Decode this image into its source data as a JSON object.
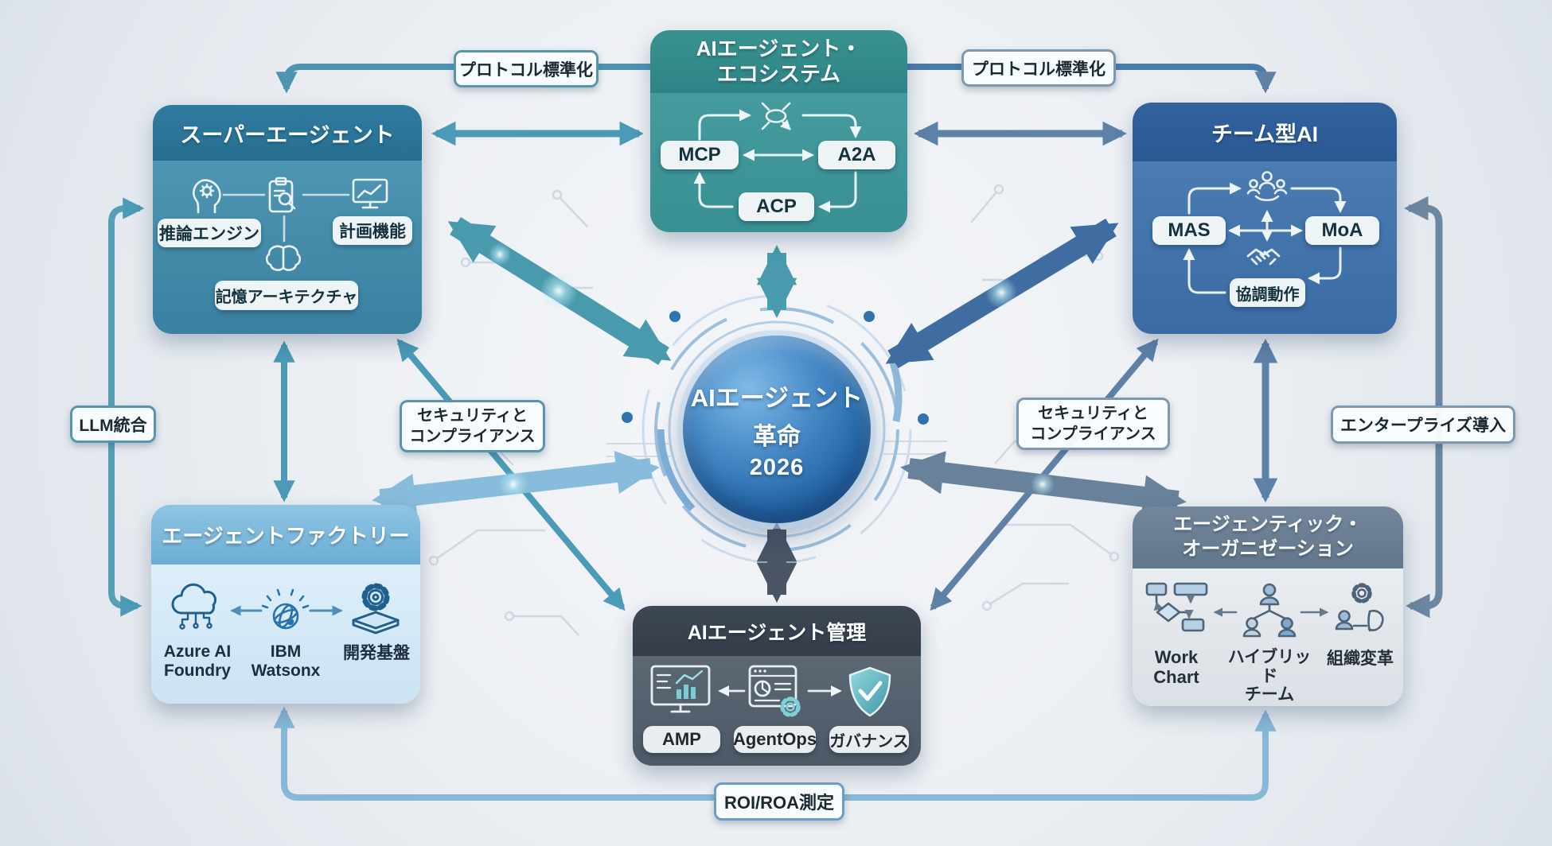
{
  "center": {
    "line1": "AIエージェント",
    "line2": "革命",
    "line3": "2026"
  },
  "boxes": {
    "super_agent": {
      "title": "スーパーエージェント",
      "pill_reasoning": "推論エンジン",
      "pill_planning": "計画機能",
      "pill_memory": "記憶アーキテクチャ"
    },
    "ecosystem": {
      "title_line1": "AIエージェント・",
      "title_line2": "エコシステム",
      "pill_mcp": "MCP",
      "pill_a2a": "A2A",
      "pill_acp": "ACP"
    },
    "team_ai": {
      "title": "チーム型AI",
      "pill_mas": "MAS",
      "pill_moa": "MoA",
      "pill_coordination": "協調動作"
    },
    "factory": {
      "title": "エージェントファクトリー",
      "item1_line1": "Azure AI",
      "item1_line2": "Foundry",
      "item2_line1": "IBM",
      "item2_line2": "Watsonx",
      "item3": "開発基盤"
    },
    "management": {
      "title": "AIエージェント管理",
      "pill_amp": "AMP",
      "pill_agentops": "AgentOps",
      "pill_governance": "ガバナンス"
    },
    "organization": {
      "title_line1": "エージェンティック・",
      "title_line2": "オーガニゼーション",
      "item1_line1": "Work",
      "item1_line2": "Chart",
      "item2_line1": "ハイブリッド",
      "item2_line2": "チーム",
      "item3": "組織変革"
    }
  },
  "connector_labels": {
    "protocol_left": "プロトコル標準化",
    "protocol_right": "プロトコル標準化",
    "llm_integration": "LLM統合",
    "security_left_line1": "セキュリティと",
    "security_left_line2": "コンプライアンス",
    "security_right_line1": "セキュリティと",
    "security_right_line2": "コンプライアンス",
    "enterprise": "エンタープライズ導入",
    "roi": "ROI/ROA測定"
  },
  "colors": {
    "background": "#edf0f4",
    "super_agent_header": "#2f7ba0",
    "super_agent_body": "#4690b0",
    "ecosystem_header": "#39928f",
    "ecosystem_body": "#459b9d",
    "team_ai_header": "#32639f",
    "team_ai_body": "#4577ad",
    "factory_header": "#83bede",
    "factory_body": "#d8ebf7",
    "management_header": "#3e4854",
    "management_body": "#57616e",
    "organization_header": "#6b7f95",
    "organization_body": "#e5e9ed",
    "center_circle": "#2f72b2",
    "arrow_teal": "#4a9aae",
    "arrow_steel_blue": "#3f6da2",
    "arrow_light_blue": "#88bcdc",
    "arrow_dark_slate": "#4b5563",
    "arrow_gray_blue": "#68829b"
  }
}
